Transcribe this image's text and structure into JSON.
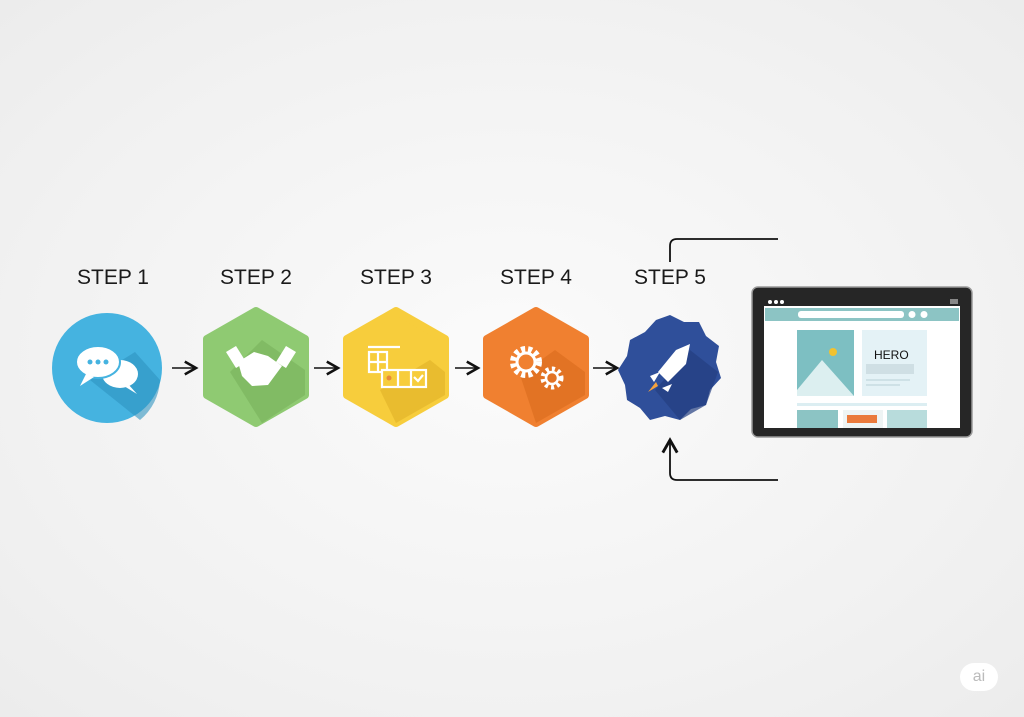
{
  "steps": [
    {
      "label": "STEP 1",
      "icon": "chat-bubbles-icon",
      "color": "#45b3e0"
    },
    {
      "label": "STEP 2",
      "icon": "handshake-icon",
      "color": "#8fca72"
    },
    {
      "label": "STEP 3",
      "icon": "wireframe-layout-icon",
      "color": "#f7cd3c"
    },
    {
      "label": "STEP 4",
      "icon": "gears-icon",
      "color": "#f08030"
    },
    {
      "label": "STEP 5",
      "icon": "rocket-icon",
      "color": "#2f4f9a"
    }
  ],
  "mockup": {
    "hero_text": "HERO"
  },
  "watermark": "ai"
}
